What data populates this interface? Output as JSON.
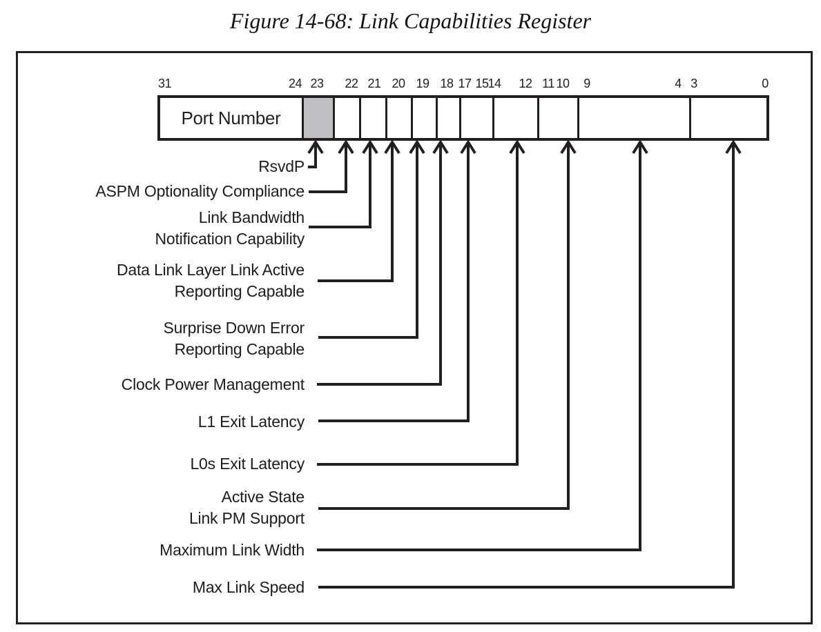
{
  "figure_title": "Figure 14-68: Link Capabilities Register",
  "register": {
    "bit_labels": [
      "31",
      "24",
      "23",
      "22",
      "21",
      "20",
      "19",
      "18",
      "17",
      "15",
      "14",
      "12",
      "11",
      "10",
      "9",
      "4",
      "3",
      "0"
    ],
    "fields": [
      {
        "bits": "31:24",
        "label": "Port Number",
        "shaded": false
      },
      {
        "bits": "23",
        "label": "",
        "shaded": true
      },
      {
        "bits": "22",
        "label": "",
        "shaded": false
      },
      {
        "bits": "21",
        "label": "",
        "shaded": false
      },
      {
        "bits": "20",
        "label": "",
        "shaded": false
      },
      {
        "bits": "19",
        "label": "",
        "shaded": false
      },
      {
        "bits": "18",
        "label": "",
        "shaded": false
      },
      {
        "bits": "17:15",
        "label": "",
        "shaded": false
      },
      {
        "bits": "14:12",
        "label": "",
        "shaded": false
      },
      {
        "bits": "11:10",
        "label": "",
        "shaded": false
      },
      {
        "bits": "9:4",
        "label": "",
        "shaded": false
      },
      {
        "bits": "3:0",
        "label": "",
        "shaded": false
      }
    ]
  },
  "callouts": [
    {
      "bits": "23",
      "lines": [
        "RsvdP"
      ]
    },
    {
      "bits": "22",
      "lines": [
        "ASPM Optionality Compliance"
      ]
    },
    {
      "bits": "21",
      "lines": [
        "Link Bandwidth",
        "Notification Capability"
      ]
    },
    {
      "bits": "20",
      "lines": [
        "Data Link Layer Link Active",
        "Reporting Capable"
      ]
    },
    {
      "bits": "19",
      "lines": [
        "Surprise Down Error",
        "Reporting Capable"
      ]
    },
    {
      "bits": "18",
      "lines": [
        "Clock Power Management"
      ]
    },
    {
      "bits": "17:15",
      "lines": [
        "L1 Exit Latency"
      ]
    },
    {
      "bits": "14:12",
      "lines": [
        "L0s Exit Latency"
      ]
    },
    {
      "bits": "11:10",
      "lines": [
        "Active State",
        "Link PM Support"
      ]
    },
    {
      "bits": "9:4",
      "lines": [
        "Maximum Link Width"
      ]
    },
    {
      "bits": "3:0",
      "lines": [
        "Max Link Speed"
      ]
    }
  ],
  "colors": {
    "shaded_field": "#c0c0c4",
    "line": "#231f20"
  }
}
